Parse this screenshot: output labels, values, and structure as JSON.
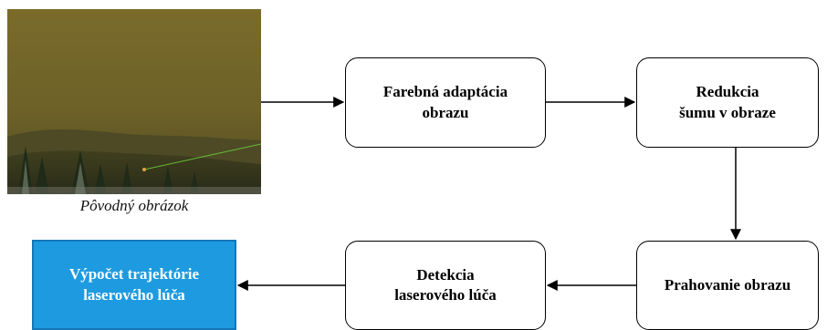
{
  "photo": {
    "caption": "Pôvodný obrázok"
  },
  "steps": [
    {
      "id": "color",
      "label": "Farebná adaptácia\nobrazu"
    },
    {
      "id": "noise",
      "label": "Redukcia\nšumu v obraze"
    },
    {
      "id": "threshold",
      "label": "Prahovanie obrazu"
    },
    {
      "id": "detect",
      "label": "Detekcia\nlaserového lúča"
    },
    {
      "id": "trajectory",
      "label": "Výpočet trajektórie\nlaserového lúča"
    }
  ],
  "colors": {
    "final_box": "#1e9be0",
    "final_border": "#1378b8",
    "photo_sky": "#7a6b2a",
    "laser": "#6fdc3a"
  }
}
